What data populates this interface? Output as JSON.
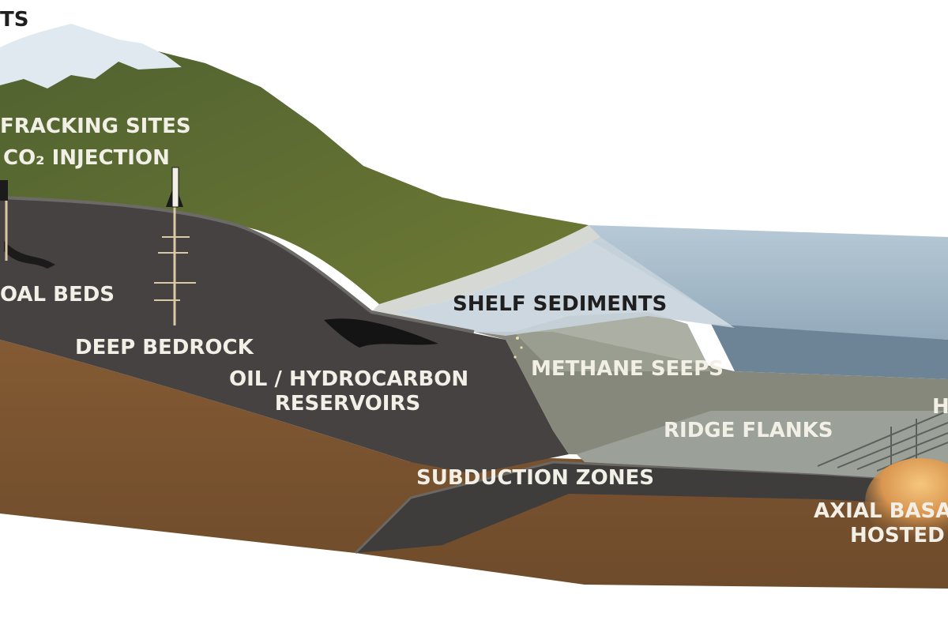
{
  "labels": {
    "top_cut": "TS",
    "fracking": "FRACKING SITES",
    "co2_injection": "CO₂ INJECTION",
    "coal_beds": "OAL BEDS",
    "deep_bedrock": "DEEP BEDROCK",
    "oil_line1": "OIL / HYDROCARBON",
    "oil_line2": "RESERVOIRS",
    "shelf_sediments": "SHELF SEDIMENTS",
    "methane_seeps": "METHANE SEEPS",
    "ridge_flanks": "RIDGE FLANKS",
    "subduction": "SUBDUCTION ZONES",
    "axial_line1": "AXIAL BASA",
    "axial_line2": "HOSTED",
    "right_cut": "H"
  },
  "colors": {
    "snow": "#dfe9ef",
    "mountain": "#5e6f33",
    "bedrock": "#454241",
    "mantle": "#7b5531",
    "shelf": "#d6d8d4",
    "ocean_upper": "#a9bfcf",
    "ocean_lower": "#6d8496",
    "slope": "#86887c",
    "ridge": "#9aa09a",
    "magma": "#f0b066"
  }
}
